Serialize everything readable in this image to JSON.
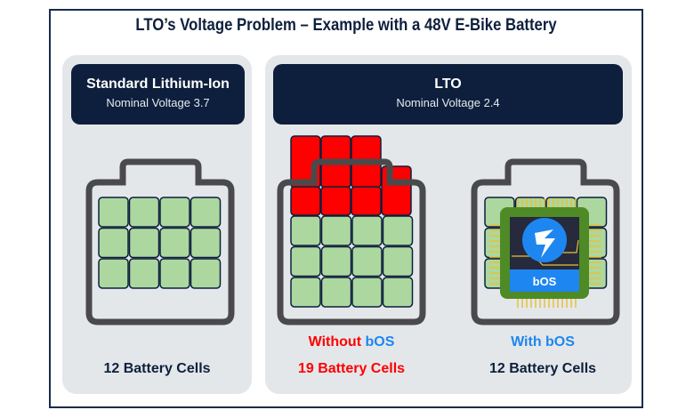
{
  "title": "LTO’s Voltage Problem – Example with a 48V E-Bike Battery",
  "standard": {
    "name": "Standard Lithium-Ion",
    "voltage": "Nominal Voltage 3.7",
    "cells_label": "12 Battery Cells"
  },
  "lto": {
    "name": "LTO",
    "voltage": "Nominal Voltage 2.4",
    "without": {
      "prefix": "Without ",
      "brand": "bOS",
      "cells_label": "19 Battery Cells"
    },
    "with": {
      "label": "With bOS",
      "cells_label": "12 Battery Cells",
      "chip_label": "bOS"
    }
  },
  "colors": {
    "navy": "#0d1f3c",
    "red": "#ff0000",
    "green": "#acd8a0",
    "blue": "#1e86f0",
    "outline": "#4a4a4c"
  }
}
